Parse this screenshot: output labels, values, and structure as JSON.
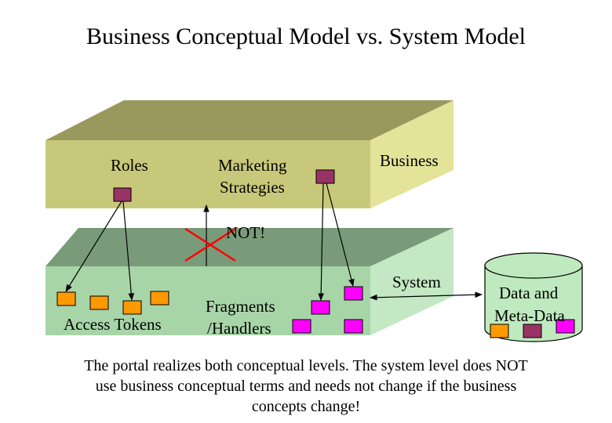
{
  "title": "Business Conceptual Model vs. System Model",
  "labels": {
    "roles": "Roles",
    "marketing_line1": "Marketing",
    "marketing_line2": "Strategies",
    "business": "Business",
    "not": "NOT!",
    "system": "System",
    "fragments_line1": "Fragments",
    "fragments_line2": "/Handlers",
    "access_tokens": "Access Tokens",
    "data_line1": "Data and",
    "data_line2": "Meta-Data"
  },
  "caption": {
    "line1": "The portal realizes both conceptual levels. The system level does NOT",
    "line2": "use business conceptual terms and needs not change if the business",
    "line3": "concepts change!"
  },
  "colors": {
    "business_front": "#C8C87A",
    "business_top": "#99995E",
    "business_side": "#E3E39A",
    "system_front": "#A8D5A8",
    "system_top": "#7A9B7A",
    "system_side": "#C3E8C3",
    "cylinder": "#BFEABF",
    "business_concept": "#993366",
    "access_token": "#FF9900",
    "fragment": "#FF00FF",
    "not_cross": "#FF0000"
  }
}
